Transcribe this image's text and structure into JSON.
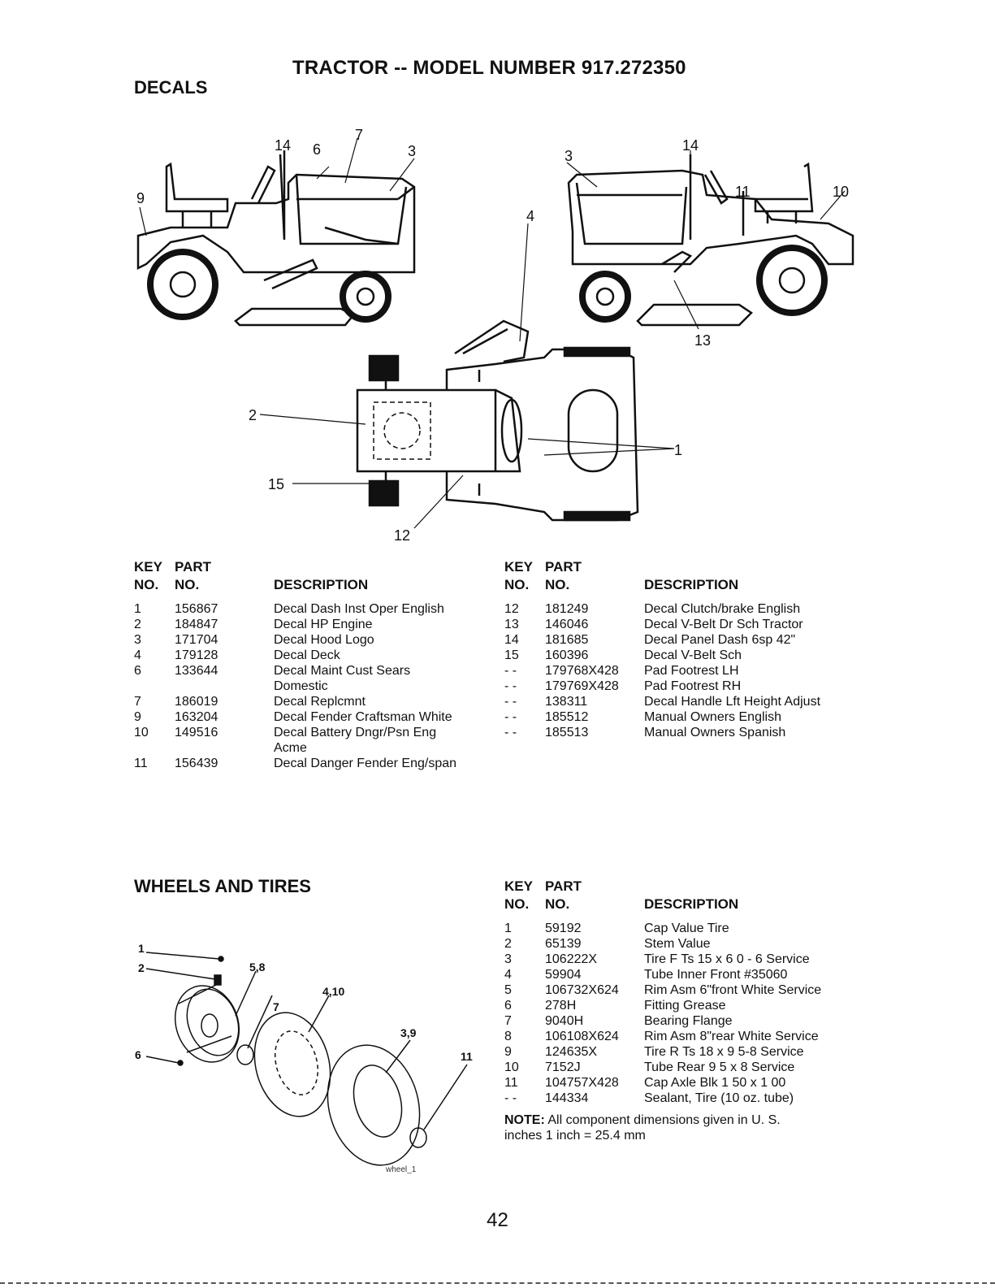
{
  "header": {
    "title": "TRACTOR -- MODEL NUMBER 917.272350",
    "decals_heading": "DECALS",
    "wheels_heading": "WHEELS AND TIRES"
  },
  "columns": {
    "key": "KEY",
    "no": "NO.",
    "part": "PART",
    "part_no": "NO.",
    "description": "DESCRIPTION"
  },
  "decal_callouts": [
    "9",
    "14",
    "6",
    "7",
    "3",
    "3",
    "14",
    "11",
    "10",
    "4",
    "13",
    "2",
    "15",
    "12",
    "1"
  ],
  "decals_left": [
    {
      "key": "1",
      "part": "156867",
      "desc": "Decal Dash Inst Oper English"
    },
    {
      "key": "2",
      "part": "184847",
      "desc": "Decal HP Engine"
    },
    {
      "key": "3",
      "part": "171704",
      "desc": "Decal Hood Logo"
    },
    {
      "key": "4",
      "part": "179128",
      "desc": "Decal Deck"
    },
    {
      "key": "6",
      "part": "133644",
      "desc": "Decal Maint Cust Sears"
    },
    {
      "key": "",
      "part": "",
      "desc": "Domestic"
    },
    {
      "key": "7",
      "part": "186019",
      "desc": "Decal Replcmnt"
    },
    {
      "key": "9",
      "part": "163204",
      "desc": "Decal Fender Craftsman White"
    },
    {
      "key": "10",
      "part": "149516",
      "desc": "Decal Battery Dngr/Psn Eng"
    },
    {
      "key": "",
      "part": "",
      "desc": "Acme"
    },
    {
      "key": "11",
      "part": "156439",
      "desc": "Decal Danger Fender Eng/span"
    }
  ],
  "decals_right": [
    {
      "key": "12",
      "part": "181249",
      "desc": "Decal Clutch/brake English"
    },
    {
      "key": "13",
      "part": "146046",
      "desc": "Decal V-Belt Dr Sch Tractor"
    },
    {
      "key": "14",
      "part": "181685",
      "desc": "Decal Panel Dash 6sp 42\""
    },
    {
      "key": "15",
      "part": "160396",
      "desc": "Decal V-Belt Sch"
    },
    {
      "key": "- -",
      "part": "179768X428",
      "desc": "Pad Footrest LH"
    },
    {
      "key": "- -",
      "part": "179769X428",
      "desc": "Pad Footrest RH"
    },
    {
      "key": "- -",
      "part": "138311",
      "desc": "Decal Handle Lft Height Adjust"
    },
    {
      "key": "- -",
      "part": "185512",
      "desc": "Manual Owners English"
    },
    {
      "key": "- -",
      "part": "185513",
      "desc": "Manual Owners Spanish"
    }
  ],
  "wheel_callouts": [
    "1",
    "2",
    "5,8",
    "4,10",
    "7",
    "3,9",
    "11",
    "6"
  ],
  "wheel_caption": "wheel_1",
  "wheels": [
    {
      "key": "1",
      "part": "59192",
      "desc": "Cap Value Tire"
    },
    {
      "key": "2",
      "part": "65139",
      "desc": "Stem Value"
    },
    {
      "key": "3",
      "part": "106222X",
      "desc": "Tire F Ts 15 x 6 0 - 6 Service"
    },
    {
      "key": "4",
      "part": "59904",
      "desc": "Tube Inner Front #35060"
    },
    {
      "key": "5",
      "part": "106732X624",
      "desc": "Rim Asm 6\"front White Service"
    },
    {
      "key": "6",
      "part": "278H",
      "desc": "Fitting Grease"
    },
    {
      "key": "7",
      "part": "9040H",
      "desc": "Bearing Flange"
    },
    {
      "key": "8",
      "part": "106108X624",
      "desc": "Rim Asm 8\"rear White Service"
    },
    {
      "key": "9",
      "part": "124635X",
      "desc": "Tire R Ts 18 x 9 5-8 Service"
    },
    {
      "key": "10",
      "part": "7152J",
      "desc": "Tube Rear 9 5 x 8 Service"
    },
    {
      "key": "11",
      "part": "104757X428",
      "desc": "Cap Axle Blk 1 50 x 1 00"
    },
    {
      "key": "- -",
      "part": "144334",
      "desc": "Sealant, Tire (10 oz. tube)"
    }
  ],
  "note": {
    "label": "NOTE:",
    "line1": "All component dimensions given in U. S.",
    "line2": "inches 1 inch = 25.4 mm"
  },
  "page_number": "42"
}
